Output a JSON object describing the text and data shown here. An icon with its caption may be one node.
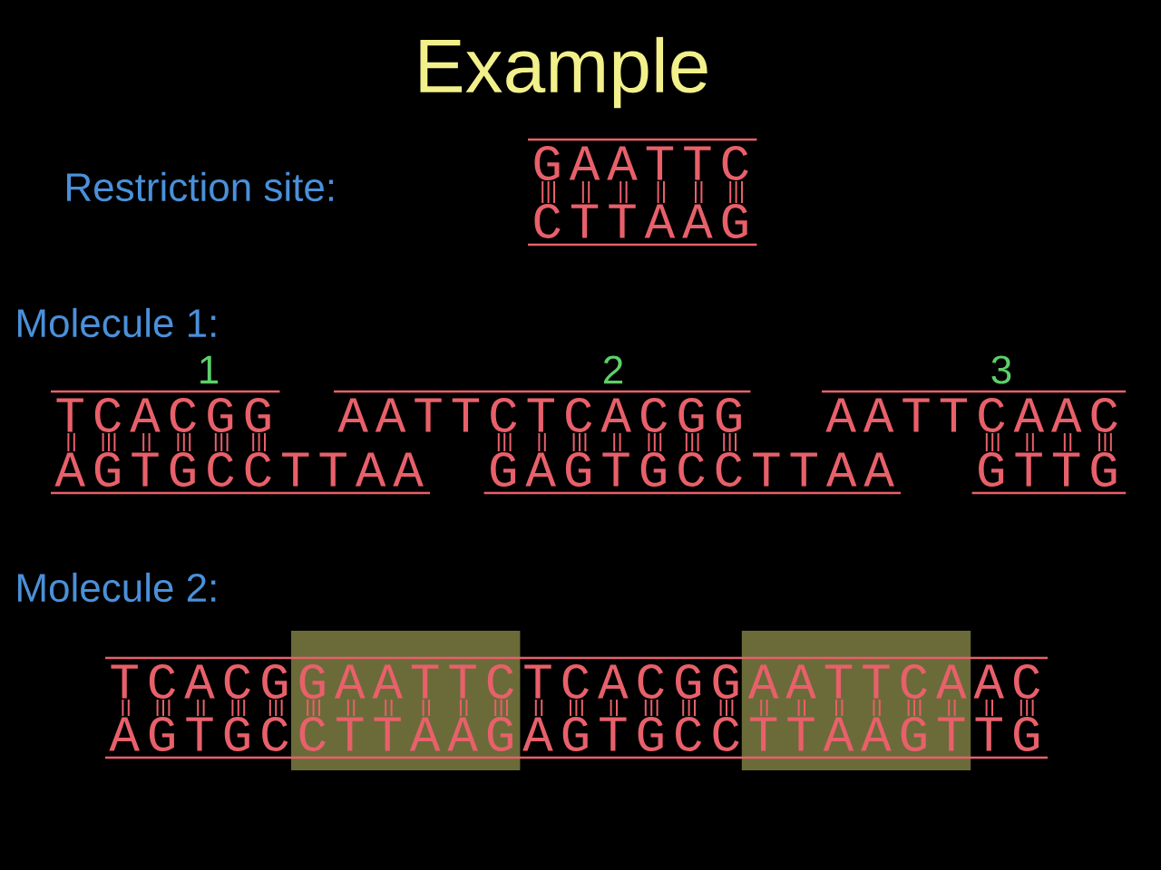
{
  "diagram": {
    "title": "Example",
    "labels": [
      "Restriction site:",
      "GAATTC",
      "CTTAAG",
      "Molecule 1:",
      "1",
      "2",
      "3",
      "TCACGG",
      "AATTCTCACGG",
      "AATTCAAC",
      "AGTGCCTTAA",
      "GAGTGCCTTAA",
      "GTTG",
      "Molecule 2:",
      "TCACGGAATTCTCACGGAATTCAAC",
      "AGTGCCTTAAGAGTGCCTTAAGTTG"
    ]
  }
}
